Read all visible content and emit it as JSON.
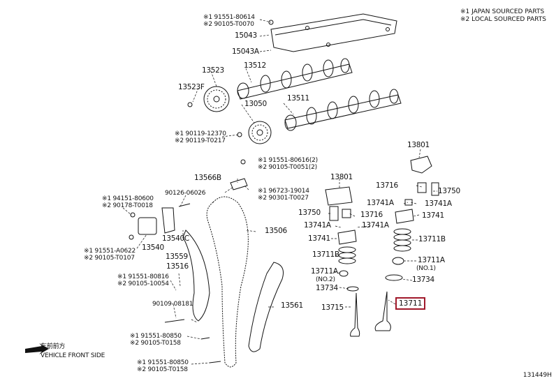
{
  "legend": {
    "line1": "※1 JAPAN SOURCED PARTS",
    "line2": "※2 LOCAL SOURCED PARTS"
  },
  "front_label": {
    "cn": "车前前方",
    "en": "VEHICLE FRONT SIDE"
  },
  "diagram_code": "131449H",
  "highlighted_part": "13711",
  "labels": {
    "p_15043_top_a": "※1 91551-80614",
    "p_15043_top_b": "※2 90105-T0070",
    "p_15043": "15043",
    "p_15043a": "15043A",
    "p_13523": "13523",
    "p_13512": "13512",
    "p_13523f": "13523F",
    "p_13511": "13511",
    "p_13050": "13050",
    "p_90119_a": "※1 90119-12370",
    "p_90119_b": "※2 90119-T0217",
    "p_13801_r": "13801",
    "p_91551_mid_a": "※1 91551-80616(2)",
    "p_91551_mid_b": "※2 90105-T0051(2)",
    "p_13566b": "13566B",
    "p_96723_a": "※1 96723-19014",
    "p_96723_b": "※2 90301-T0027",
    "p_13801_l": "13801",
    "p_13716_r": "13716",
    "p_13750_r": "13750",
    "p_94151_a": "※1 94151-80600",
    "p_94151_b": "※2 90178-T0018",
    "p_90126": "90126-06026",
    "p_13741a_c": "13741A",
    "p_13741a_r": "13741A",
    "p_13750_l": "13750",
    "p_13716_l": "13716",
    "p_13741_r": "13741",
    "p_13506": "13506",
    "p_13741a_l1": "13741A",
    "p_13741a_l2": "13741A",
    "p_13540": "13540",
    "p_13540c": "13540C",
    "p_13741_l": "13741",
    "p_13711b_r": "13711B",
    "p_91551_a0622_a": "※1 91551-A0622",
    "p_91551_a0622_b": "※2 90105-T0107",
    "p_13559": "13559",
    "p_13711b_l": "13711B",
    "p_13711a_r": "13711A",
    "p_no1": "(NO.1)",
    "p_13516": "13516",
    "p_13711a_l": "13711A",
    "p_no2": "(NO.2)",
    "p_91551_80816_a": "※1 91551-80816",
    "p_91551_80816_b": "※2 90105-10054",
    "p_13734_r": "13734",
    "p_13734_l": "13734",
    "p_90109": "90109-08181",
    "p_13561": "13561",
    "p_13715": "13715",
    "p_91551_80850_a": "※1 91551-80850",
    "p_91551_80850_b": "※2 90105-T0158",
    "p_91551_80850b_a": "※1 91551-80850",
    "p_91551_80850b_b": "※2 90105-T0158"
  }
}
